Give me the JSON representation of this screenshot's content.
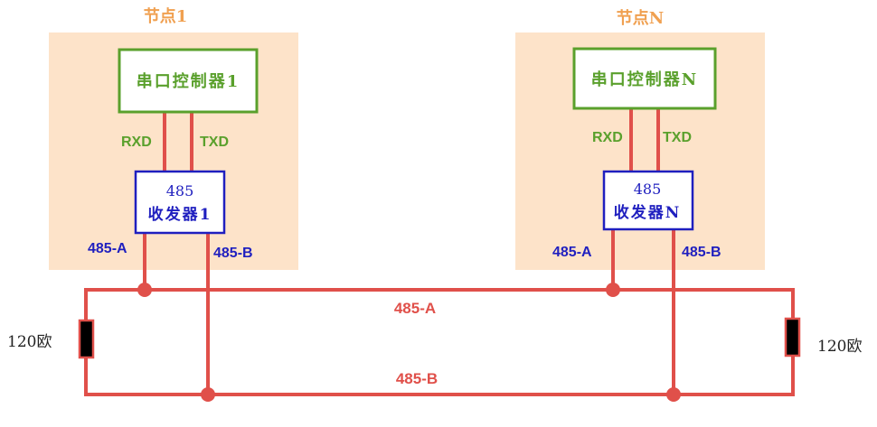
{
  "colors": {
    "node_bg": "#fde3c9",
    "node_title": "#f0a050",
    "controller_border": "#5aa02c",
    "controller_text": "#5aa02c",
    "transceiver_border": "#1f1fbf",
    "transceiver_text": "#1f1fbf",
    "bus_line": "#e0504a",
    "resistor_fill": "#000000",
    "resistor_border": "#e0504a"
  },
  "node1": {
    "title": "节点1",
    "controller": "串口控制器1",
    "rxd": "RXD",
    "txd": "TXD",
    "transceiver_line1": "485",
    "transceiver_line2": "收发器1",
    "pin_a": "485-A",
    "pin_b": "485-B"
  },
  "nodeN": {
    "title": "节点N",
    "controller": "串口控制器N",
    "rxd": "RXD",
    "txd": "TXD",
    "transceiver_line1": "485",
    "transceiver_line2": "收发器N",
    "pin_a": "485-A",
    "pin_b": "485-B"
  },
  "bus": {
    "a_label": "485-A",
    "b_label": "485-B"
  },
  "terminators": {
    "left_label": "120欧",
    "right_label": "120欧"
  }
}
